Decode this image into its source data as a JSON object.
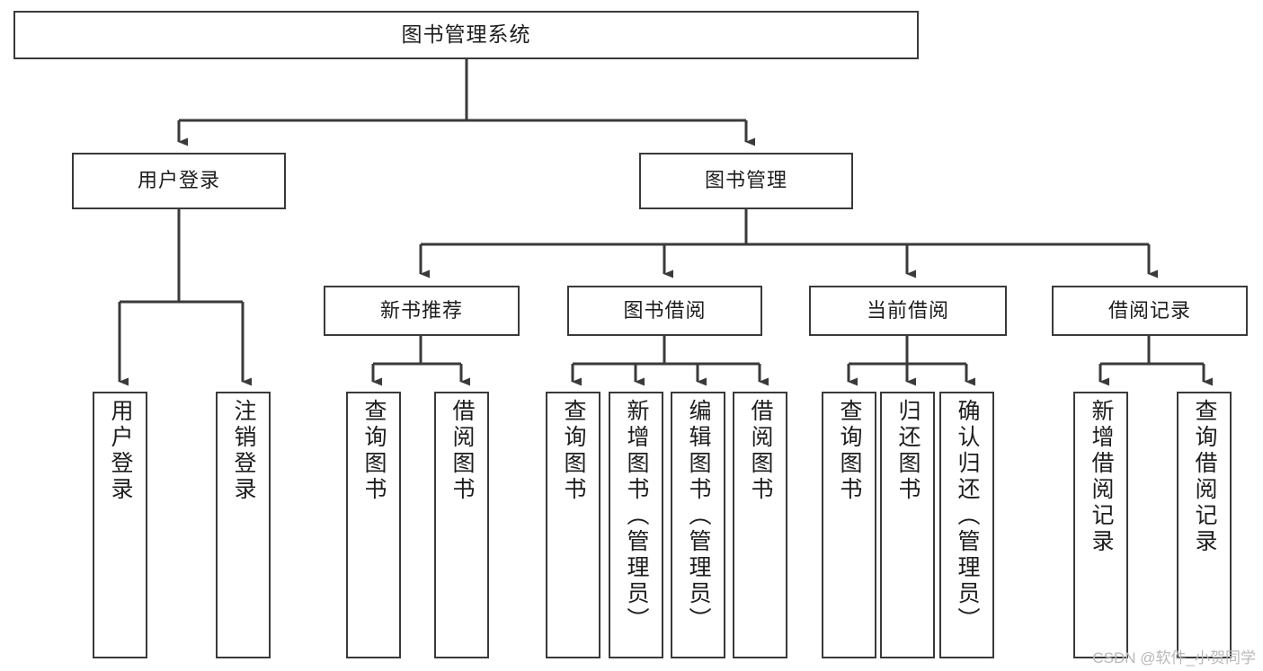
{
  "diagram": {
    "type": "tree-hierarchy",
    "title": "图书管理系统",
    "watermark": "CSDN @软件_小贺同学",
    "colors": {
      "background": "#ffffff",
      "stroke": "#3a3a3a",
      "text": "#1d1d1d",
      "watermark": "#b9b9b9"
    },
    "nodes": {
      "root": {
        "label": "图书管理系统",
        "orientation": "horizontal",
        "level": 0
      },
      "user_login": {
        "label": "用户登录",
        "orientation": "horizontal",
        "level": 1
      },
      "book_manage": {
        "label": "图书管理",
        "orientation": "horizontal",
        "level": 1
      },
      "new_book_rec": {
        "label": "新书推荐",
        "orientation": "horizontal",
        "level": 2
      },
      "book_borrow": {
        "label": "图书借阅",
        "orientation": "horizontal",
        "level": 2
      },
      "current_borrow": {
        "label": "当前借阅",
        "orientation": "horizontal",
        "level": 2
      },
      "borrow_record": {
        "label": "借阅记录",
        "orientation": "horizontal",
        "level": 2
      },
      "leaf_user_login": {
        "label": "用户登录",
        "orientation": "vertical",
        "level": 2
      },
      "leaf_user_logout": {
        "label": "注销登录",
        "orientation": "vertical",
        "level": 2
      },
      "leaf_query_book_a": {
        "label": "查询图书",
        "orientation": "vertical",
        "level": 3
      },
      "leaf_borrow_book_a": {
        "label": "借阅图书",
        "orientation": "vertical",
        "level": 3
      },
      "leaf_query_book_b": {
        "label": "查询图书",
        "orientation": "vertical",
        "level": 3
      },
      "leaf_add_book": {
        "label": "新增图书（管理员）",
        "orientation": "vertical",
        "level": 3
      },
      "leaf_edit_book": {
        "label": "编辑图书（管理员）",
        "orientation": "vertical",
        "level": 3
      },
      "leaf_borrow_book_b": {
        "label": "借阅图书",
        "orientation": "vertical",
        "level": 3
      },
      "leaf_query_book_c": {
        "label": "查询图书",
        "orientation": "vertical",
        "level": 3
      },
      "leaf_return_book": {
        "label": "归还图书",
        "orientation": "vertical",
        "level": 3
      },
      "leaf_confirm_return": {
        "label": "确认归还（管理员）",
        "orientation": "vertical",
        "level": 3
      },
      "leaf_add_record": {
        "label": "新增借阅记录",
        "orientation": "vertical",
        "level": 3
      },
      "leaf_query_record": {
        "label": "查询借阅记录",
        "orientation": "vertical",
        "level": 3
      }
    },
    "edges": [
      {
        "from": "root",
        "to": "user_login"
      },
      {
        "from": "root",
        "to": "book_manage"
      },
      {
        "from": "user_login",
        "to": "leaf_user_login"
      },
      {
        "from": "user_login",
        "to": "leaf_user_logout"
      },
      {
        "from": "book_manage",
        "to": "new_book_rec"
      },
      {
        "from": "book_manage",
        "to": "book_borrow"
      },
      {
        "from": "book_manage",
        "to": "current_borrow"
      },
      {
        "from": "book_manage",
        "to": "borrow_record"
      },
      {
        "from": "new_book_rec",
        "to": "leaf_query_book_a"
      },
      {
        "from": "new_book_rec",
        "to": "leaf_borrow_book_a"
      },
      {
        "from": "book_borrow",
        "to": "leaf_query_book_b"
      },
      {
        "from": "book_borrow",
        "to": "leaf_add_book"
      },
      {
        "from": "book_borrow",
        "to": "leaf_edit_book"
      },
      {
        "from": "book_borrow",
        "to": "leaf_borrow_book_b"
      },
      {
        "from": "current_borrow",
        "to": "leaf_query_book_c"
      },
      {
        "from": "current_borrow",
        "to": "leaf_return_book"
      },
      {
        "from": "current_borrow",
        "to": "leaf_confirm_return"
      },
      {
        "from": "borrow_record",
        "to": "leaf_add_record"
      },
      {
        "from": "borrow_record",
        "to": "leaf_query_record"
      }
    ]
  }
}
